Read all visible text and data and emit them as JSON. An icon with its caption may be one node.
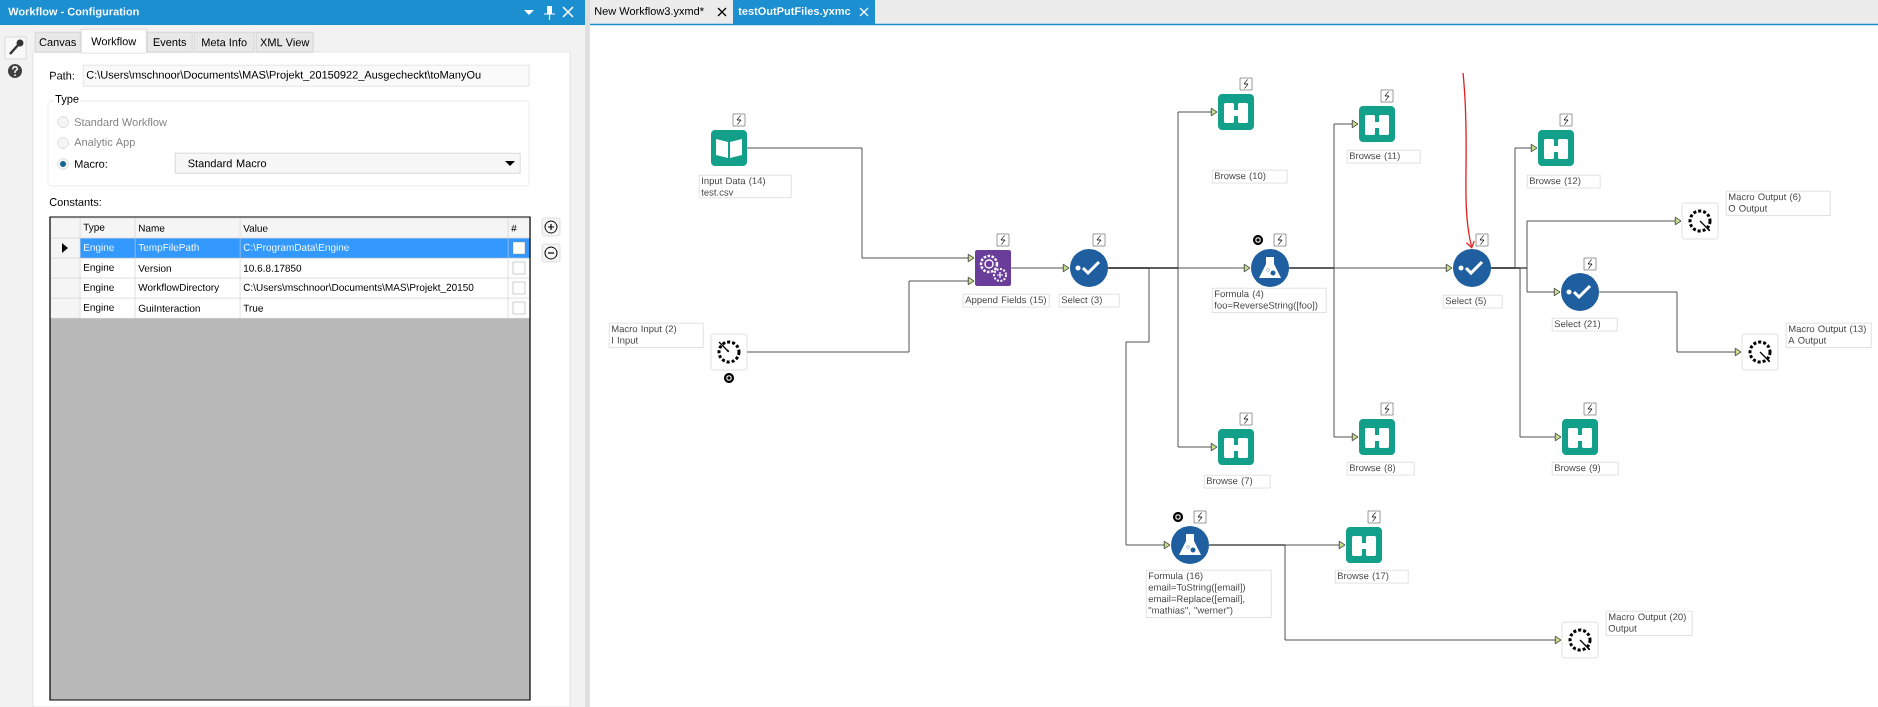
{
  "diagram": {
    "nodes": [
      {
        "text": [
          "Input Data (14)",
          "test.csv"
        ]
      },
      {
        "text": [
          "Macro Input (2)",
          "I Input"
        ]
      },
      {
        "text": [
          "Append Fields (15)"
        ]
      },
      {
        "text": [
          "Select (3)"
        ]
      },
      {
        "text": [
          "Browse (10)"
        ]
      },
      {
        "text": [
          "Formula (4)",
          "foo=ReverseString([foo])"
        ]
      },
      {
        "text": [
          "Browse (7)"
        ]
      },
      {
        "text": [
          "Formula (16)",
          "email=ToString([email])",
          "email=Replace([email], \"mathias\", \"werner\")"
        ]
      },
      {
        "text": [
          "Browse (11)"
        ]
      },
      {
        "text": [
          "Browse (8)"
        ]
      },
      {
        "text": [
          "Browse (17)"
        ]
      },
      {
        "text": [
          "Select (5)"
        ]
      },
      {
        "text": [
          "Browse (12)"
        ]
      },
      {
        "text": [
          "Macro Output (6)",
          "O Output"
        ]
      },
      {
        "text": [
          "Select (21)"
        ]
      },
      {
        "text": [
          "Browse (9)"
        ]
      },
      {
        "text": [
          "Macro Output (13)",
          "A Output"
        ]
      },
      {
        "text": [
          "Macro Output (20)",
          "Output"
        ]
      }
    ],
    "edges": [
      {
        "from": 0,
        "to": 2,
        "arrow": "to"
      },
      {
        "from": 1,
        "to": 2,
        "arrow": "to"
      },
      {
        "from": 2,
        "to": 3,
        "arrow": "to"
      },
      {
        "from": 3,
        "to": 4,
        "arrow": "to"
      },
      {
        "from": 3,
        "to": 5,
        "arrow": "to"
      },
      {
        "from": 3,
        "to": 6,
        "arrow": "to"
      },
      {
        "from": 3,
        "to": 7,
        "arrow": "to"
      },
      {
        "from": 5,
        "to": 8,
        "arrow": "to"
      },
      {
        "from": 5,
        "to": 11,
        "arrow": "to"
      },
      {
        "from": 5,
        "to": 9,
        "arrow": "to"
      },
      {
        "from": 7,
        "to": 10,
        "arrow": "to"
      },
      {
        "from": 7,
        "to": 17,
        "arrow": "to"
      },
      {
        "from": 11,
        "to": 12,
        "arrow": "to"
      },
      {
        "from": 11,
        "to": 13,
        "arrow": "to"
      },
      {
        "from": 11,
        "to": 14,
        "arrow": "to"
      },
      {
        "from": 11,
        "to": 15,
        "arrow": "to"
      },
      {
        "from": 14,
        "to": 16,
        "arrow": "to"
      },
      {
        "from": null,
        "to": 11,
        "arrow": "to",
        "color": "#e0201c"
      }
    ],
    "labels": [
      "Workflow - Configuration",
      "Canvas",
      "Workflow",
      "Events",
      "Meta Info",
      "XML View",
      "Path:",
      "C:\\Users\\mschnoor\\Documents\\MAS\\Projekt_20150922_Ausgecheckt\\toManyOu",
      "Type",
      "Standard Workflow",
      "Analytic App",
      "Macro:",
      "Standard Macro",
      "Constants:",
      "Type",
      "Name",
      "Value",
      "#",
      "Engine",
      "TempFilePath",
      "C:\\ProgramData\\Engine",
      "Engine",
      "Version",
      "10.6.8.17850",
      "Engine",
      "WorkflowDirectory",
      "C:\\Users\\mschnoor\\Documents\\MAS\\Projekt_20150",
      "Engine",
      "GuiInteraction",
      "True",
      "New Workflow3.yxmd*",
      "testOutPutFiles.yxmc"
    ]
  }
}
